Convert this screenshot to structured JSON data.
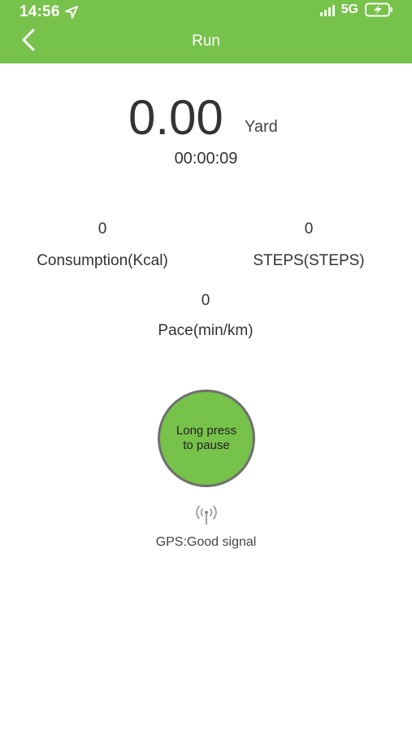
{
  "status_bar": {
    "time": "14:56",
    "network": "5G"
  },
  "nav": {
    "title": "Run"
  },
  "run": {
    "distance": "0.00",
    "distance_unit": "Yard",
    "duration": "00:00:09"
  },
  "stats": {
    "consumption": {
      "value": "0",
      "label": "Consumption(Kcal)"
    },
    "steps": {
      "value": "0",
      "label": "STEPS(STEPS)"
    },
    "pace": {
      "value": "0",
      "label": "Pace(min/km)"
    }
  },
  "pause_button": {
    "label": "Long press to pause"
  },
  "gps": {
    "status": "GPS:Good signal"
  },
  "colors": {
    "accent": "#77c24a",
    "button_border": "#6f6f6f"
  }
}
